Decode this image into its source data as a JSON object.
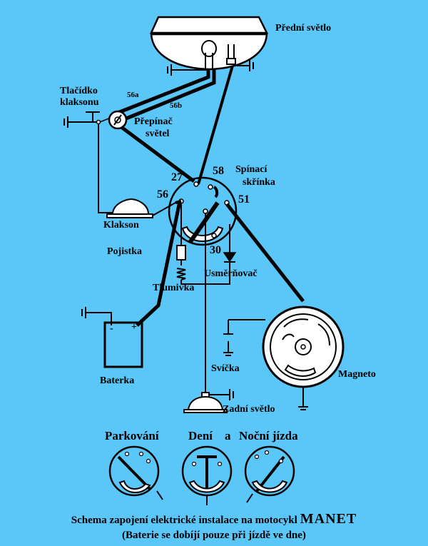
{
  "labels": {
    "front_light": "Přední světlo",
    "horn_button_1": "Tlačídko",
    "horn_button_2": "klaksonu",
    "wire_56a": "56a",
    "wire_56b": "56b",
    "switch_1": "Přepínač",
    "switch_2": "světel",
    "t27": "27",
    "t58": "58",
    "ignition_1": "Spínací",
    "ignition_2": "skřínka",
    "t56": "56",
    "t51": "51",
    "horn": "Klakson",
    "fuse": "Pojistka",
    "t30": "30",
    "rectifier": "Usměrňovač",
    "choke": "Tlumivka",
    "battery": "Baterka",
    "plug": "Svíčka",
    "magneto": "Magneto",
    "rear_light": "Zadní světlo",
    "minus": "-",
    "plus": "+"
  },
  "modes": {
    "parking": "Parkování",
    "day": "Dení",
    "and": "a",
    "night": "Noční jízda"
  },
  "caption": {
    "line1_prefix": "Schema zapojení elektrické instalace na motocykl",
    "line1_brand": "MANET",
    "line2": "(Baterie se dobíjí pouze při jízdě ve dne)"
  },
  "colors": {
    "background": "#5bc6f8",
    "ink": "#000000",
    "fill_light": "#ffffff"
  }
}
